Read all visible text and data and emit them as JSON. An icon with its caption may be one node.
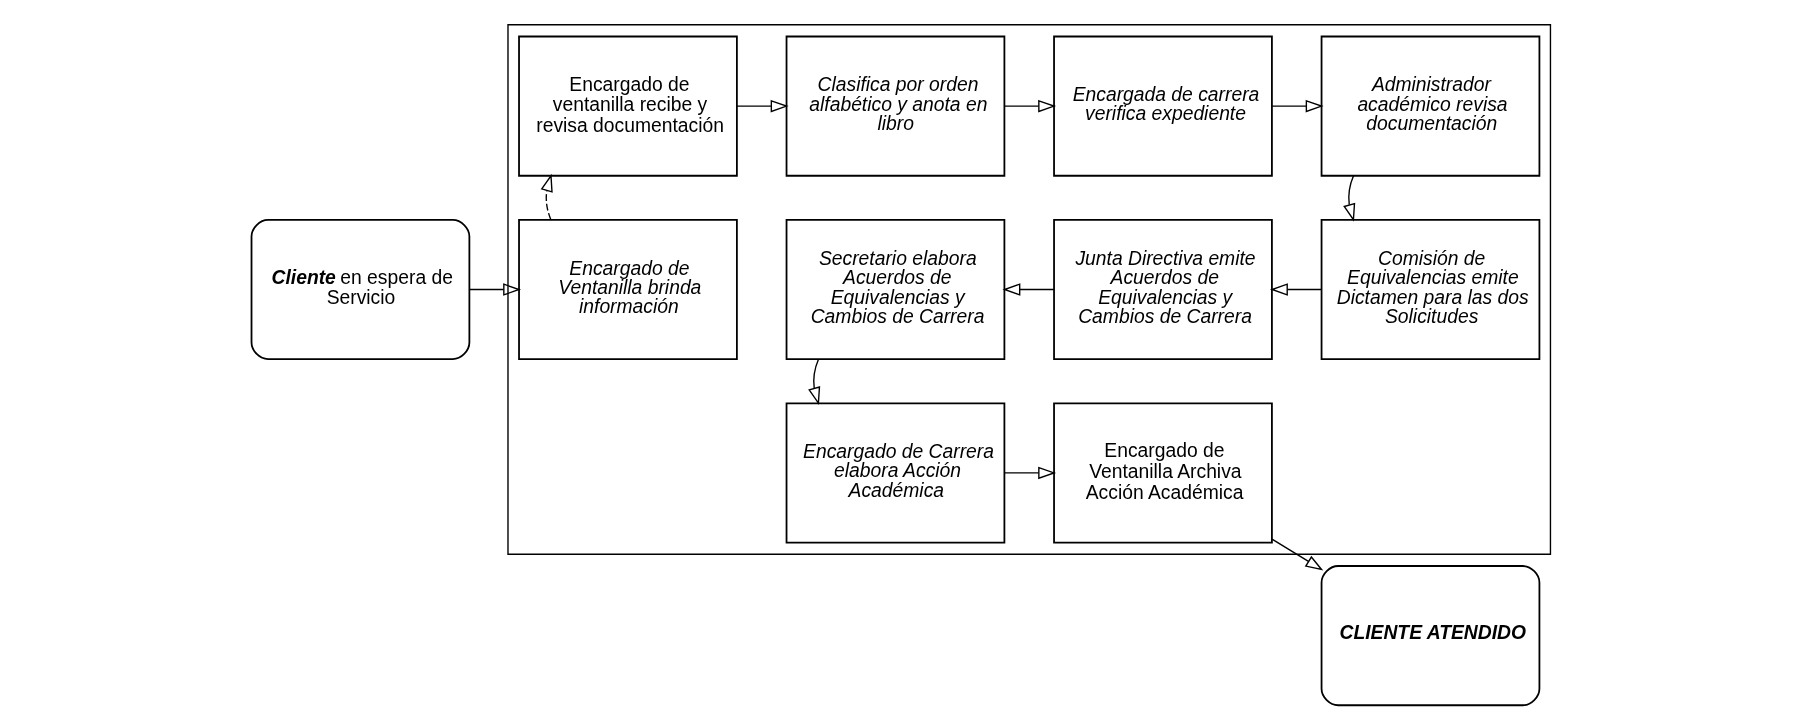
{
  "diagram": {
    "nodes": [
      {
        "text": [
          "**Cliente** en espera de Servicio"
        ]
      },
      {
        "text": [],
        "shape": "box"
      },
      {
        "text": [
          "Encargado de ventanilla recibe y revisa documentación"
        ],
        "in": 1
      },
      {
        "text": [
          "Clasifica por orden alfabético y anota en libro"
        ],
        "in": 1
      },
      {
        "text": [
          "Encargada de carrera verifica expediente"
        ],
        "in": 1
      },
      {
        "text": [
          "Administrador académico revisa documentación"
        ],
        "in": 1
      },
      {
        "text": [
          "Encargado de Ventanilla brinda información"
        ],
        "in": 1
      },
      {
        "text": [
          "Secretario elabora Acuerdos de Equivalencias y Cambios de Carrera"
        ],
        "in": 1
      },
      {
        "text": [
          "Junta Directiva emite Acuerdos de Equivalencias y Cambios de Carrera"
        ],
        "in": 1
      },
      {
        "text": [
          "Comisión de Equivalencias emite Dictamen para las dos Solicitudes"
        ],
        "in": 1
      },
      {
        "text": [
          "Encargado de Carrera elabora Acción Académica"
        ],
        "in": 1
      },
      {
        "text": [
          "Encargado de Ventanilla Archiva Acción Académica"
        ],
        "in": 1
      },
      {
        "text": [
          "CLIENTE ATENDIDO"
        ]
      }
    ],
    "edges": [
      {
        "from": 0,
        "to": 6,
        "arrow": "to"
      },
      {
        "from": 6,
        "to": 2,
        "arrow": "to",
        "style": "dashed"
      },
      {
        "from": 2,
        "to": 3,
        "arrow": "to"
      },
      {
        "from": 3,
        "to": 4,
        "arrow": "to"
      },
      {
        "from": 4,
        "to": 5,
        "arrow": "to"
      },
      {
        "from": 5,
        "to": 9,
        "arrow": "to"
      },
      {
        "from": 9,
        "to": 8,
        "arrow": "to"
      },
      {
        "from": 8,
        "to": 7,
        "arrow": "to"
      },
      {
        "from": 7,
        "to": 10,
        "arrow": "to"
      },
      {
        "from": 10,
        "to": 11,
        "arrow": "to"
      },
      {
        "from": 11,
        "to": 12,
        "arrow": "to"
      }
    ]
  }
}
